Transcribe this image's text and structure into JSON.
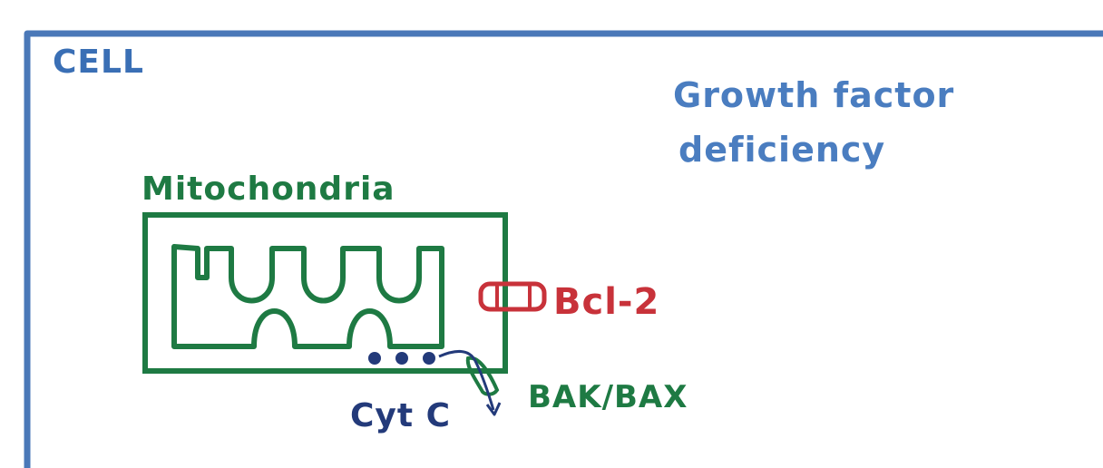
{
  "labels": {
    "cell": "CELL",
    "growth_factor_line1": "Growth factor",
    "growth_factor_line2": "deficiency",
    "mitochondria": "Mitochondria",
    "bcl2": "Bcl-2",
    "bak_bax": "BAK/BAX",
    "cyt_c": "Cyt C"
  },
  "colors": {
    "cell_border": "#4a78b8",
    "cell_text": "#3a6fb5",
    "growth_text": "#4a7dc0",
    "mitochondria": "#1e7a43",
    "bcl2": "#c8323a",
    "cyt_c": "#233a7a"
  }
}
